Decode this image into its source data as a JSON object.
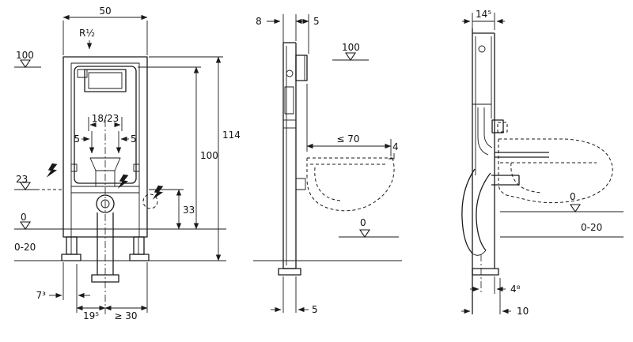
{
  "drawing": {
    "background": "#ffffff",
    "line_color": "#1a1a1a",
    "views": {
      "front": {
        "dim_width": "50",
        "water_connection": "R½",
        "level_cistern_top": "100",
        "dim_flush_distance": "18/23",
        "dim_offset_left": "5",
        "dim_offset_right": "5",
        "level_outlet": "23",
        "level_floor": "0",
        "floor_range": "0-20",
        "dim_total_height": "114",
        "dim_actuation_height": "100",
        "dim_outlet_height": "33",
        "dim_foot_offset": "7³",
        "dim_drain_offset": "19⁵",
        "dim_side_clearance": "≥ 30"
      },
      "side": {
        "dim_profile": "8",
        "dim_plate": "5",
        "level_top": "100",
        "dim_bowl_projection": "≤ 70",
        "note_ref": "4",
        "level_floor": "0",
        "dim_foot": "5"
      },
      "section": {
        "dim_depth": "14⁵",
        "level_floor": "0",
        "floor_range": "0-20",
        "dim_outlet_offset": "4⁸",
        "dim_pipe_offset": "10"
      }
    },
    "icons": {
      "level_mark": "open-triangle-down",
      "electrical_connection": "lightning-bolt",
      "flow_direction": "filled-arrow"
    }
  }
}
